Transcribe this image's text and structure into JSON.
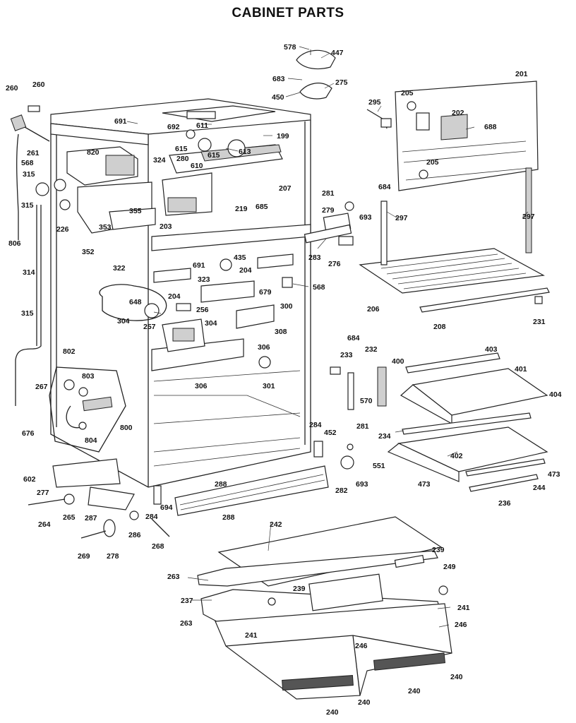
{
  "title": "CABINET PARTS",
  "callouts": [
    {
      "id": "c578",
      "text": "578"
    },
    {
      "id": "c447",
      "text": "447"
    },
    {
      "id": "c683",
      "text": "683"
    },
    {
      "id": "c275",
      "text": "275"
    },
    {
      "id": "c450",
      "text": "450"
    },
    {
      "id": "c201",
      "text": "201"
    },
    {
      "id": "c205a",
      "text": "205"
    },
    {
      "id": "c295",
      "text": "295"
    },
    {
      "id": "c202",
      "text": "202"
    },
    {
      "id": "c688",
      "text": "688"
    },
    {
      "id": "c205b",
      "text": "205"
    },
    {
      "id": "c260a",
      "text": "260"
    },
    {
      "id": "c260b",
      "text": "260"
    },
    {
      "id": "c691a",
      "text": "691"
    },
    {
      "id": "c692",
      "text": "692"
    },
    {
      "id": "c611",
      "text": "611"
    },
    {
      "id": "c199",
      "text": "199"
    },
    {
      "id": "c261",
      "text": "261"
    },
    {
      "id": "c820",
      "text": "820"
    },
    {
      "id": "c615a",
      "text": "615"
    },
    {
      "id": "c615b",
      "text": "615"
    },
    {
      "id": "c613",
      "text": "613"
    },
    {
      "id": "c610",
      "text": "610"
    },
    {
      "id": "c280",
      "text": "280"
    },
    {
      "id": "c324",
      "text": "324"
    },
    {
      "id": "c568a",
      "text": "568"
    },
    {
      "id": "c315a",
      "text": "315"
    },
    {
      "id": "c207",
      "text": "207"
    },
    {
      "id": "c684a",
      "text": "684"
    },
    {
      "id": "c281a",
      "text": "281"
    },
    {
      "id": "c297a",
      "text": "297"
    },
    {
      "id": "c315b",
      "text": "315"
    },
    {
      "id": "c355",
      "text": "355"
    },
    {
      "id": "c685",
      "text": "685"
    },
    {
      "id": "c219",
      "text": "219"
    },
    {
      "id": "c279",
      "text": "279"
    },
    {
      "id": "c693a",
      "text": "693"
    },
    {
      "id": "c297b",
      "text": "297"
    },
    {
      "id": "c226",
      "text": "226"
    },
    {
      "id": "c353",
      "text": "353"
    },
    {
      "id": "c203",
      "text": "203"
    },
    {
      "id": "c806",
      "text": "806"
    },
    {
      "id": "c352",
      "text": "352"
    },
    {
      "id": "c322",
      "text": "322"
    },
    {
      "id": "c435",
      "text": "435"
    },
    {
      "id": "c283",
      "text": "283"
    },
    {
      "id": "c276",
      "text": "276"
    },
    {
      "id": "c691b",
      "text": "691"
    },
    {
      "id": "c204a",
      "text": "204"
    },
    {
      "id": "c314",
      "text": "314"
    },
    {
      "id": "c323",
      "text": "323"
    },
    {
      "id": "c679",
      "text": "679"
    },
    {
      "id": "c568b",
      "text": "568"
    },
    {
      "id": "c206",
      "text": "206"
    },
    {
      "id": "c204b",
      "text": "204"
    },
    {
      "id": "c648",
      "text": "648"
    },
    {
      "id": "c256",
      "text": "256"
    },
    {
      "id": "c300",
      "text": "300"
    },
    {
      "id": "c208",
      "text": "208"
    },
    {
      "id": "c231",
      "text": "231"
    },
    {
      "id": "c315c",
      "text": "315"
    },
    {
      "id": "c304a",
      "text": "304"
    },
    {
      "id": "c257",
      "text": "257"
    },
    {
      "id": "c304b",
      "text": "304"
    },
    {
      "id": "c308",
      "text": "308"
    },
    {
      "id": "c684b",
      "text": "684"
    },
    {
      "id": "c306a",
      "text": "306"
    },
    {
      "id": "c233",
      "text": "233"
    },
    {
      "id": "c232",
      "text": "232"
    },
    {
      "id": "c403",
      "text": "403"
    },
    {
      "id": "c802",
      "text": "802"
    },
    {
      "id": "c803",
      "text": "803"
    },
    {
      "id": "c400",
      "text": "400"
    },
    {
      "id": "c401",
      "text": "401"
    },
    {
      "id": "c306b",
      "text": "306"
    },
    {
      "id": "c301",
      "text": "301"
    },
    {
      "id": "c570",
      "text": "570"
    },
    {
      "id": "c267",
      "text": "267"
    },
    {
      "id": "c404",
      "text": "404"
    },
    {
      "id": "c800",
      "text": "800"
    },
    {
      "id": "c234",
      "text": "234"
    },
    {
      "id": "c804",
      "text": "804"
    },
    {
      "id": "c284a",
      "text": "284"
    },
    {
      "id": "c452",
      "text": "452"
    },
    {
      "id": "c281b",
      "text": "281"
    },
    {
      "id": "c676",
      "text": "676"
    },
    {
      "id": "c402",
      "text": "402"
    },
    {
      "id": "c551",
      "text": "551"
    },
    {
      "id": "c473a",
      "text": "473"
    },
    {
      "id": "c602",
      "text": "602"
    },
    {
      "id": "c473b",
      "text": "473"
    },
    {
      "id": "c282",
      "text": "282"
    },
    {
      "id": "c693b",
      "text": "693"
    },
    {
      "id": "c288a",
      "text": "288"
    },
    {
      "id": "c244",
      "text": "244"
    },
    {
      "id": "c277",
      "text": "277"
    },
    {
      "id": "c287",
      "text": "287"
    },
    {
      "id": "c694",
      "text": "694"
    },
    {
      "id": "c264",
      "text": "264"
    },
    {
      "id": "c265",
      "text": "265"
    },
    {
      "id": "c284b",
      "text": "284"
    },
    {
      "id": "c288b",
      "text": "288"
    },
    {
      "id": "c236",
      "text": "236"
    },
    {
      "id": "c242",
      "text": "242"
    },
    {
      "id": "c286",
      "text": "286"
    },
    {
      "id": "c268",
      "text": "268"
    },
    {
      "id": "c269",
      "text": "269"
    },
    {
      "id": "c278",
      "text": "278"
    },
    {
      "id": "c239a",
      "text": "239"
    },
    {
      "id": "c249",
      "text": "249"
    },
    {
      "id": "c263a",
      "text": "263"
    },
    {
      "id": "c239b",
      "text": "239"
    },
    {
      "id": "c237",
      "text": "237"
    },
    {
      "id": "c241a",
      "text": "241"
    },
    {
      "id": "c263b",
      "text": "263"
    },
    {
      "id": "c246a",
      "text": "246"
    },
    {
      "id": "c241b",
      "text": "241"
    },
    {
      "id": "c246b",
      "text": "246"
    },
    {
      "id": "c240a",
      "text": "240"
    },
    {
      "id": "c240b",
      "text": "240"
    },
    {
      "id": "c240c",
      "text": "240"
    },
    {
      "id": "c240d",
      "text": "240"
    }
  ]
}
